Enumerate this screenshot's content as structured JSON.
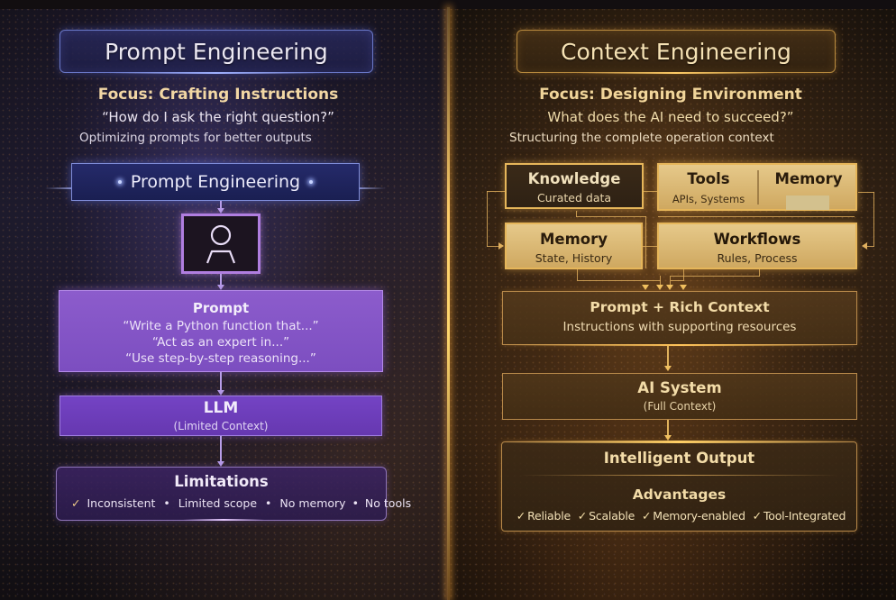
{
  "colors": {
    "left_accent": "#7c4ec0",
    "left_title_border": "#6a78c8",
    "right_accent": "#e6b65a",
    "divider": "#ffcf6a"
  },
  "left": {
    "title": "Prompt Engineering",
    "focus": "Focus: Crafting Instructions",
    "question": "“How do I ask the right question?”",
    "description": "Optimizing prompts for better outputs",
    "banner": "Prompt Engineering",
    "user_icon": "user-icon",
    "prompt": {
      "title": "Prompt",
      "examples": [
        "“Write a Python function that...”",
        "“Act as an expert in...”",
        "“Use step-by-step reasoning...”"
      ]
    },
    "llm": {
      "title": "LLM",
      "subtitle": "(Limited Context)"
    },
    "limitations": {
      "title": "Limitations",
      "check": "✓",
      "items": [
        "Inconsistent",
        "Limited scope",
        "No memory",
        "No tools"
      ],
      "separator": "•"
    }
  },
  "right": {
    "title": "Context Engineering",
    "focus": "Focus: Designing Environment",
    "question": "What does the AI need to succeed?”",
    "description": "Structuring the complete operation context",
    "components": {
      "knowledge": {
        "title": "Knowledge",
        "subtitle": "Curated data"
      },
      "tools": {
        "title": "Tools",
        "subtitle": "APIs, Systems"
      },
      "memory_top": {
        "title": "Memory",
        "subtitle": ""
      },
      "memory": {
        "title": "Memory",
        "subtitle": "State, History"
      },
      "workflows": {
        "title": "Workflows",
        "subtitle": "Rules, Process"
      }
    },
    "rich_context": {
      "title": "Prompt + Rich Context",
      "subtitle": "Instructions with supporting resources"
    },
    "ai_system": {
      "title": "AI System",
      "subtitle": "(Full Context)"
    },
    "output": {
      "title": "Intelligent Output",
      "advantages_title": "Advantages",
      "check": "✓",
      "advantages": [
        "Reliable",
        "Scalable",
        "Memory-enabled",
        "Tool-Integrated"
      ]
    }
  }
}
